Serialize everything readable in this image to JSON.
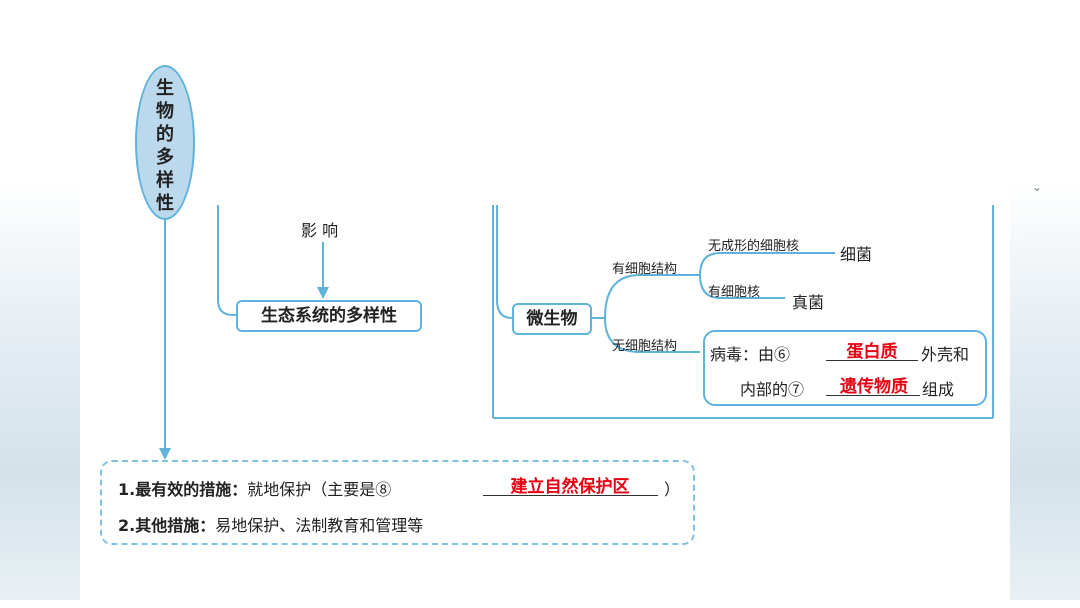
{
  "root": {
    "chars": [
      "生",
      "物",
      "的",
      "多",
      "样",
      "性"
    ]
  },
  "ecosystem": {
    "influence": "影 响",
    "box": "生态系统的多样性"
  },
  "microbe": {
    "box": "微生物",
    "with_structure": "有细胞结构",
    "without_structure": "无细胞结构",
    "no_nucleus": "无成形的细胞核",
    "bacteria": "细菌",
    "has_nucleus": "有细胞核",
    "fungi": "真菌",
    "virus_line1_prefix": "病毒：由⑥",
    "virus_answer6": "蛋白质",
    "virus_line1_suffix": "外壳和",
    "virus_line2_prefix": "内部的⑦",
    "virus_answer7": "遗传物质",
    "virus_line2_suffix": "组成"
  },
  "measures": {
    "m1_label": "1.最有效的措施：",
    "m1_text": "就地保护（主要是⑧",
    "m1_answer": "建立自然保护区",
    "m1_close": "）",
    "m2_label": "2.其他措施：",
    "m2_text": "易地保护、法制教育和管理等"
  },
  "colors": {
    "line": "#5fb3da",
    "answer": "#e60012",
    "pill": "#bcd8ec"
  }
}
